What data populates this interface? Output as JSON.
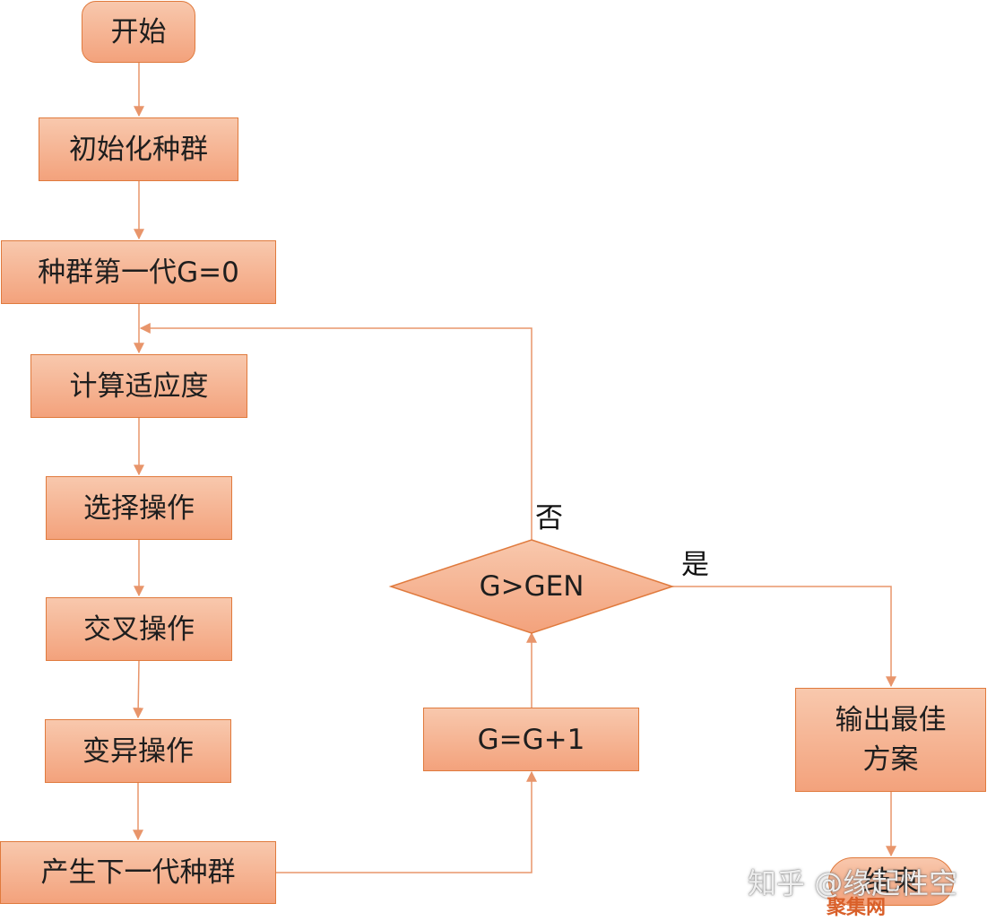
{
  "nodes": {
    "start": "开始",
    "init": "初始化种群",
    "first_gen": "种群第一代G=0",
    "fitness": "计算适应度",
    "select": "选择操作",
    "crossover": "交叉操作",
    "mutate": "变异操作",
    "next_gen": "产生下一代种群",
    "increment": "G=G+1",
    "decision": "G>GEN",
    "output_line1": "输出最佳",
    "output_line2": "方案",
    "end": "结束"
  },
  "edge_labels": {
    "no": "否",
    "yes": "是"
  },
  "watermark": {
    "text": "知乎 @缘起性空",
    "sub": "聚集网"
  },
  "colors": {
    "fill_top": "#f8c8ad",
    "fill_bottom": "#f3a27c",
    "stroke": "#e07a3d",
    "connector": "#e8956b"
  }
}
